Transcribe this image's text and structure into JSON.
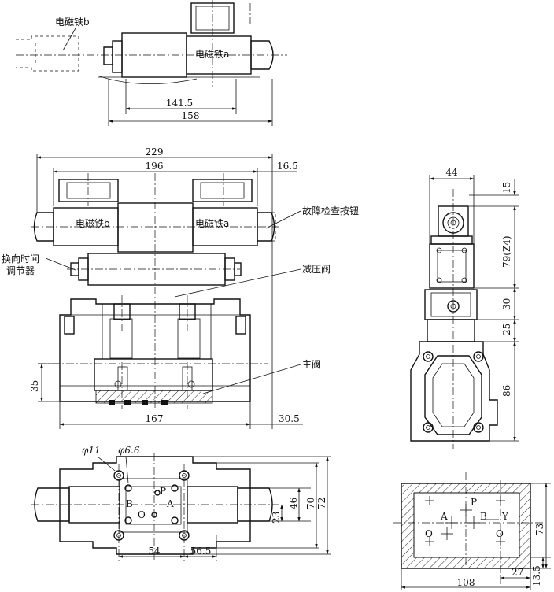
{
  "labels": {
    "solenoid_b": "电磁铁b",
    "solenoid_a": "电磁铁a",
    "fault_button": "故障检查按钮",
    "timer_line1": "换向时间",
    "timer_line2": "调节器",
    "reducing_valve": "减压阀",
    "main_valve": "主阀",
    "phi11": "φ11",
    "phi66": "φ6.6",
    "port_P": "P",
    "port_A": "A",
    "port_B": "B",
    "port_O": "O",
    "port_Y": "Y"
  },
  "dimensions": {
    "d141": "141.5",
    "d158": "158",
    "d229": "229",
    "d196": "196",
    "d16": "16.5",
    "d35": "35",
    "d167": "167",
    "d30b": "30.5",
    "d44": "44",
    "d15": "15",
    "d79": "79(Z4)",
    "d30": "30",
    "d25": "25",
    "d86": "86",
    "d54": "54",
    "d56": "56.5",
    "d23": "23",
    "d46": "46",
    "d70": "70",
    "d72": "72",
    "d73": "73",
    "d108": "108",
    "d27": "27",
    "d13": "13.5"
  }
}
